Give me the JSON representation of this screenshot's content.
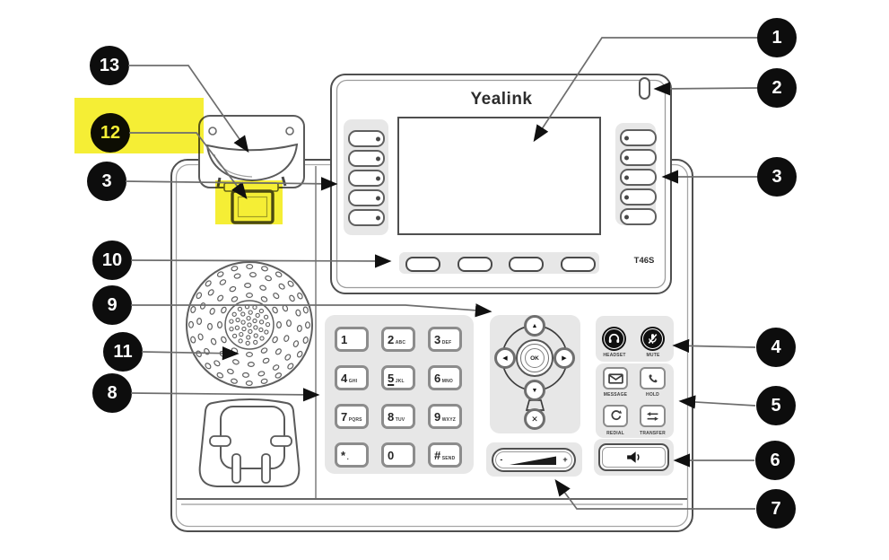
{
  "device": {
    "brand": "Yealink",
    "model": "T46S"
  },
  "keypad": {
    "keys": [
      {
        "d": "1",
        "s": ""
      },
      {
        "d": "2",
        "s": "ABC"
      },
      {
        "d": "3",
        "s": "DEF"
      },
      {
        "d": "4",
        "s": "GHI"
      },
      {
        "d": "5",
        "s": "JKL"
      },
      {
        "d": "6",
        "s": "MNO"
      },
      {
        "d": "7",
        "s": "PQRS"
      },
      {
        "d": "8",
        "s": "TUV"
      },
      {
        "d": "9",
        "s": "WXYZ"
      },
      {
        "d": "*",
        "s": "."
      },
      {
        "d": "0",
        "s": ""
      },
      {
        "d": "#",
        "s": "SEND"
      }
    ]
  },
  "nav": {
    "ok": "OK"
  },
  "icons": {
    "up": "▲",
    "down": "▼",
    "left": "◀",
    "right": "▶",
    "close": "✕",
    "minus": "-",
    "plus": "+"
  },
  "function_keys": {
    "headset": "HEADSET",
    "mute": "MUTE",
    "message": "MESSAGE",
    "hold": "HOLD",
    "redial": "REDIAL",
    "transfer": "TRANSFER"
  },
  "callouts": {
    "right": [
      "1",
      "2",
      "3",
      "4",
      "5",
      "6",
      "7"
    ],
    "left": [
      "13",
      "12",
      "3",
      "10",
      "9",
      "11",
      "8"
    ]
  },
  "colors": {
    "highlight": "#F5EE35",
    "callout_bg": "#0D0D0D",
    "callout_text": "#FFFFFF",
    "outline": "#4F4F4F",
    "panel": "#E7E7E7",
    "leader_line": "#6E6E6E"
  }
}
